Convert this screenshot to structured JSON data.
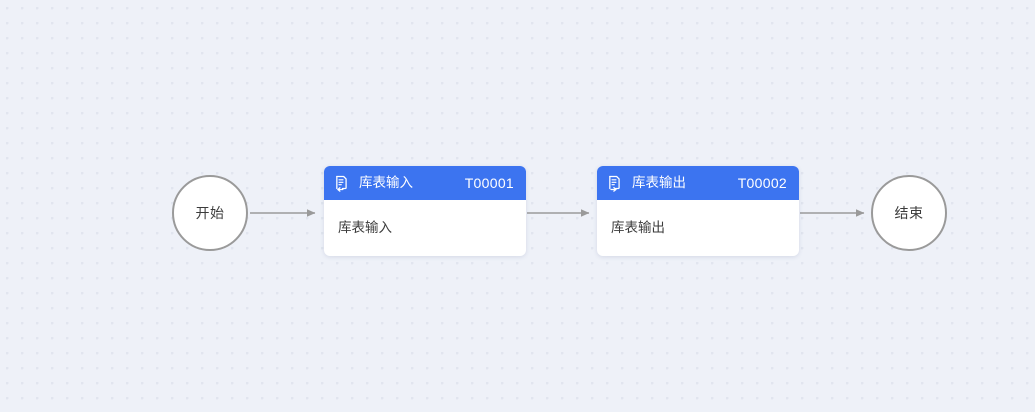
{
  "canvas": {
    "background_color": "#eef1f8",
    "dot_color": "#e1e5ef",
    "accent_color": "#3c74f0",
    "edge_color": "#9a9a9a",
    "text_color": "#3b3b3b"
  },
  "diagram": {
    "type": "flowchart",
    "orientation": "left-to-right",
    "nodes": [
      {
        "id": "start",
        "kind": "terminal",
        "label": "开始"
      },
      {
        "id": "T00001",
        "kind": "task",
        "icon": "table-input-icon",
        "title": "库表输入",
        "code": "T00001",
        "body": "库表输入"
      },
      {
        "id": "T00002",
        "kind": "task",
        "icon": "table-output-icon",
        "title": "库表输出",
        "code": "T00002",
        "body": "库表输出"
      },
      {
        "id": "end",
        "kind": "terminal",
        "label": "结束"
      }
    ],
    "edges": [
      {
        "from": "start",
        "to": "T00001",
        "arrow": "end"
      },
      {
        "from": "T00001",
        "to": "T00002",
        "arrow": "end"
      },
      {
        "from": "T00002",
        "to": "end",
        "arrow": "end"
      }
    ]
  }
}
